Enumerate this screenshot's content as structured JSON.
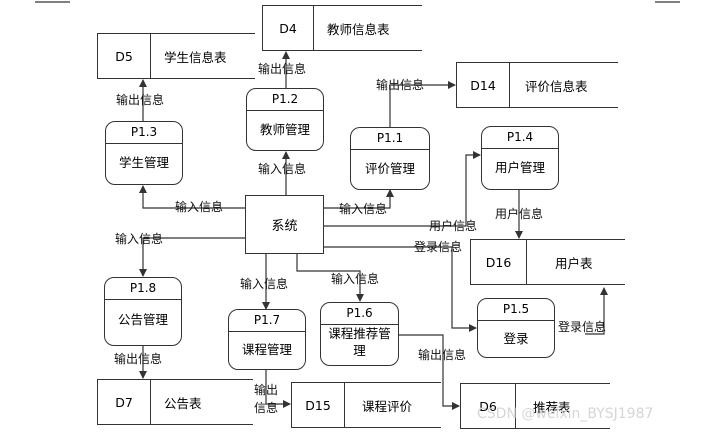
{
  "center": "系统",
  "processes": {
    "p13": {
      "id": "P1.3",
      "name": "学生管理"
    },
    "p12": {
      "id": "P1.2",
      "name": "教师管理"
    },
    "p11": {
      "id": "P1.1",
      "name": "评价管理"
    },
    "p14": {
      "id": "P1.4",
      "name": "用户管理"
    },
    "p18": {
      "id": "P1.8",
      "name": "公告管理"
    },
    "p17": {
      "id": "P1.7",
      "name": "课程管理"
    },
    "p16": {
      "id": "P1.6",
      "name": "课程推荐管理"
    },
    "p15": {
      "id": "P1.5",
      "name": "登录"
    }
  },
  "stores": {
    "d4": {
      "id": "D4",
      "name": "教师信息表"
    },
    "d5": {
      "id": "D5",
      "name": "学生信息表"
    },
    "d14": {
      "id": "D14",
      "name": "评价信息表"
    },
    "d16": {
      "id": "D16",
      "name": "用户表"
    },
    "d7": {
      "id": "D7",
      "name": "公告表"
    },
    "d15": {
      "id": "D15",
      "name": "课程评价"
    },
    "d6": {
      "id": "D6",
      "name": "推荐表"
    }
  },
  "flows": {
    "out_d4": "输出信息",
    "out_d5": "输出信息",
    "out_d14": "输出信息",
    "in_p12": "输入信息",
    "in_p13": "输入信息",
    "in_p11": "输入信息",
    "user_info_1": "用户信息",
    "user_info_2": "用户信息",
    "login_info_1": "登录信息",
    "login_info_2": "登录信息",
    "in_p18": "输入信息",
    "in_p17": "输入信息",
    "in_p16": "输入信息",
    "out_d7": "输出信息",
    "out_d15_a": "输出",
    "out_d15_b": "信息",
    "out_d6": "输出信息"
  },
  "watermark": "CSDN @weixin_BYSJ1987"
}
